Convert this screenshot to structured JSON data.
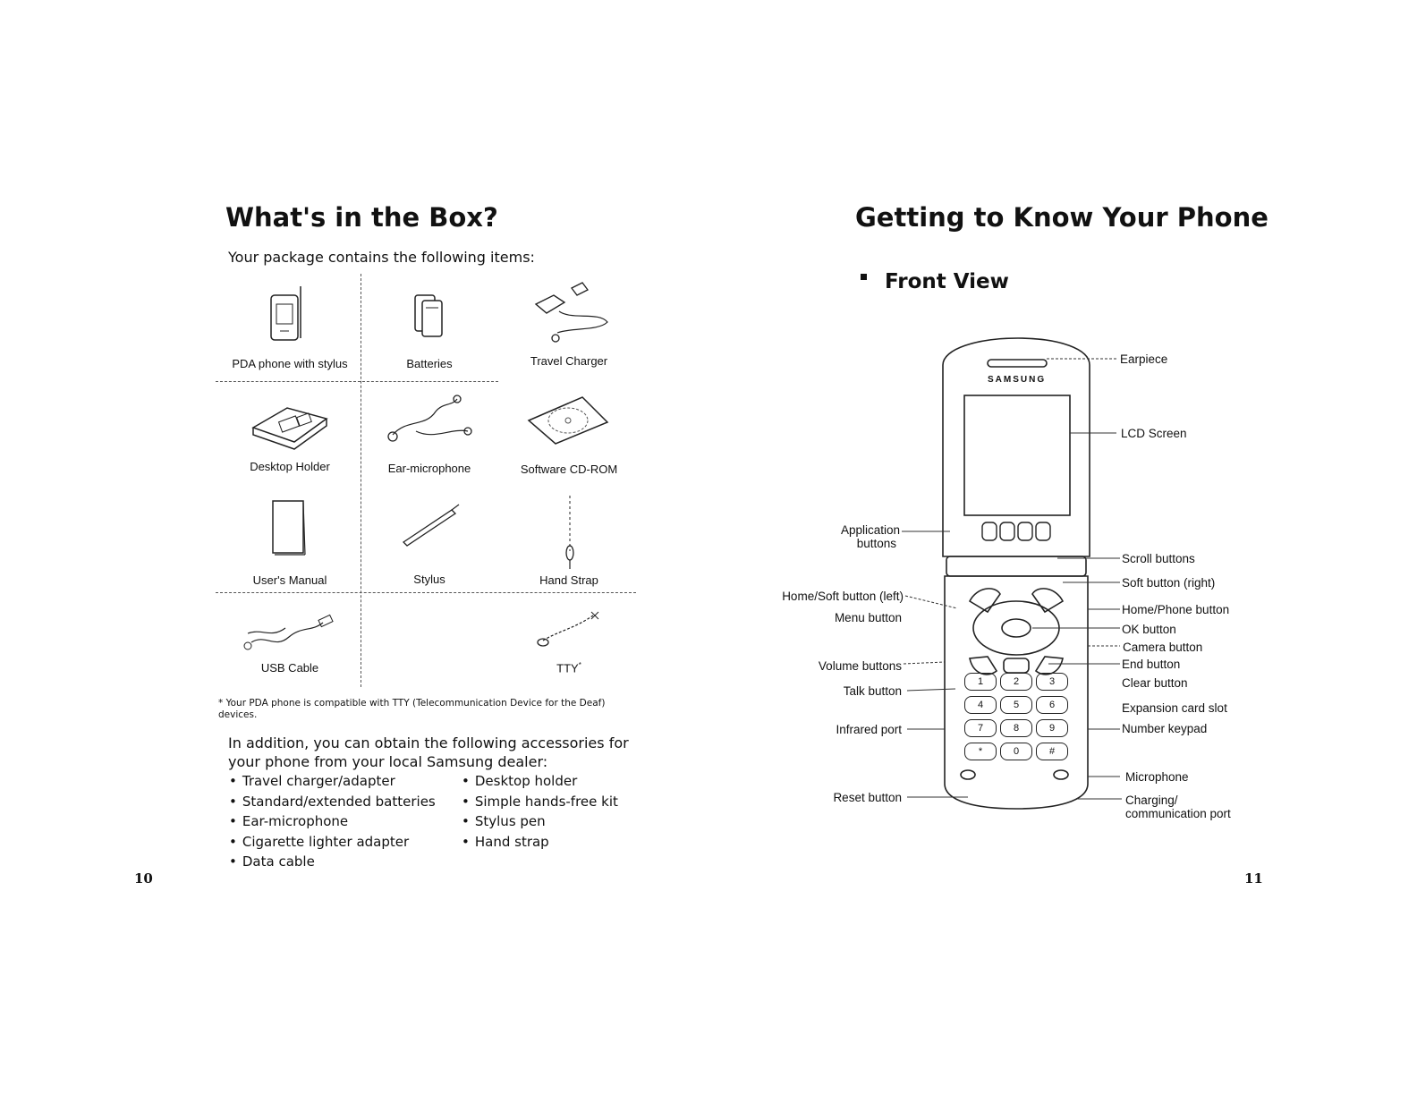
{
  "left_page": {
    "title": "What's in the Box?",
    "intro": "Your package contains the following items:",
    "box_items": [
      {
        "label": "PDA phone with stylus",
        "icon": "pda-phone-icon"
      },
      {
        "label": "Batteries",
        "icon": "battery-icon"
      },
      {
        "label": "Travel Charger",
        "icon": "travel-charger-icon"
      },
      {
        "label": "Desktop Holder",
        "icon": "desktop-holder-icon"
      },
      {
        "label": "Ear-microphone",
        "icon": "ear-microphone-icon"
      },
      {
        "label": "Software CD-ROM",
        "icon": "cd-rom-icon"
      },
      {
        "label": "User's Manual",
        "icon": "manual-icon"
      },
      {
        "label": "Stylus",
        "icon": "stylus-icon"
      },
      {
        "label": "Hand Strap",
        "icon": "hand-strap-icon"
      },
      {
        "label": "USB Cable",
        "icon": "usb-cable-icon"
      },
      {
        "label": "TTY",
        "icon": "tty-icon"
      }
    ],
    "tty_mark": "*",
    "footnote_mark": "*",
    "footnote": "Your PDA phone is compatible with TTY (Telecommunication Device for the Deaf) devices.",
    "addition": "In addition, you can obtain the following accessories for your phone from your local Samsung dealer:",
    "accessories_col1": [
      "Travel charger/adapter",
      "Standard/extended batteries",
      "Ear-microphone",
      "Cigarette lighter adapter",
      "Data cable"
    ],
    "accessories_col2": [
      "Desktop holder",
      "Simple hands-free kit",
      "Stylus pen",
      "Hand strap"
    ],
    "page_number": "10"
  },
  "right_page": {
    "title": "Getting to Know Your Phone",
    "section": "Front View",
    "brand": "SAMSUNG",
    "callouts_left": {
      "application": "Application",
      "application_2": "buttons",
      "home_soft_left": "Home/Soft button (left)",
      "menu": "Menu button",
      "volume": "Volume buttons",
      "talk": "Talk button",
      "infrared": "Infrared port",
      "reset": "Reset button"
    },
    "callouts_right": {
      "earpiece": "Earpiece",
      "lcd": "LCD Screen",
      "scroll": "Scroll buttons",
      "soft_right": "Soft button (right)",
      "home_phone": "Home/Phone button",
      "ok": "OK button",
      "camera": "Camera button",
      "end": "End button",
      "clear": "Clear button",
      "expansion": "Expansion card slot",
      "keypad": "Number keypad",
      "microphone": "Microphone",
      "charging": "Charging/",
      "charging_2": "communication port"
    },
    "keys": [
      "1",
      "2",
      "3",
      "4",
      "5",
      "6",
      "7",
      "8",
      "9",
      "*",
      "0",
      "#"
    ],
    "page_number": "11"
  }
}
